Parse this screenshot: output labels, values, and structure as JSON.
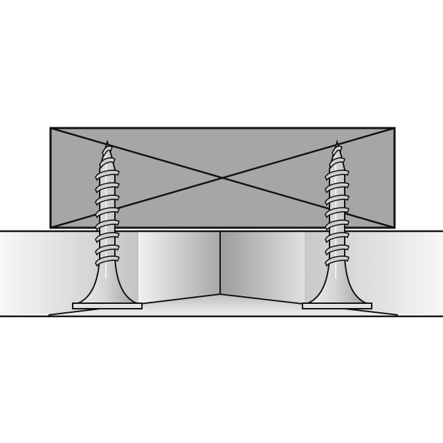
{
  "diagram": {
    "description_visible_text": [],
    "parts": {
      "block": {
        "name": "wood-block",
        "cross_braced": true
      },
      "panel": {
        "name": "drywall-panel-cutaway"
      },
      "screws": [
        {
          "name": "drywall-screw-left",
          "type": "bugle-head-screw"
        },
        {
          "name": "drywall-screw-right",
          "type": "bugle-head-screw"
        }
      ]
    },
    "colors": {
      "outline": "#111111",
      "block_fill": "#a6a6a6",
      "screw_fill": "#d4d4d4",
      "screw_shadow": "#9a9a9a",
      "panel_light": "#f2f2f2",
      "panel_mid": "#d0d0d0",
      "panel_dark": "#9e9e9e",
      "background": "#ffffff"
    }
  }
}
